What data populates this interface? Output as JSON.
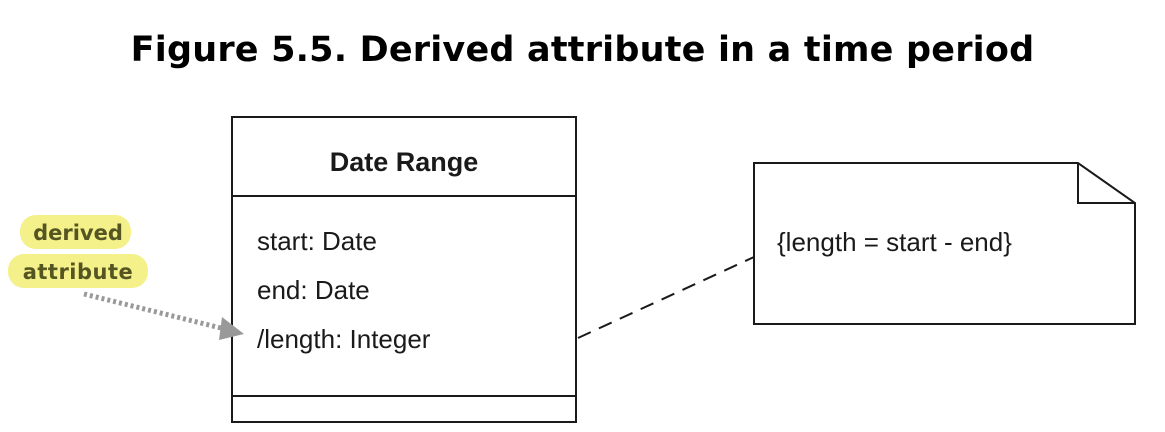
{
  "title": "Figure 5.5. Derived attribute in a time period",
  "class_box": {
    "name": "Date Range",
    "attributes": [
      "start: Date",
      "end: Date",
      "/length: Integer"
    ]
  },
  "note": {
    "text": "{length = start - end}"
  },
  "annotation": {
    "line1": "derived",
    "line2": "attribute"
  },
  "colors": {
    "highlight": "#f4f08a",
    "annotation_text": "#555522",
    "arrow": "#999999",
    "line": "#1a1a1a"
  }
}
